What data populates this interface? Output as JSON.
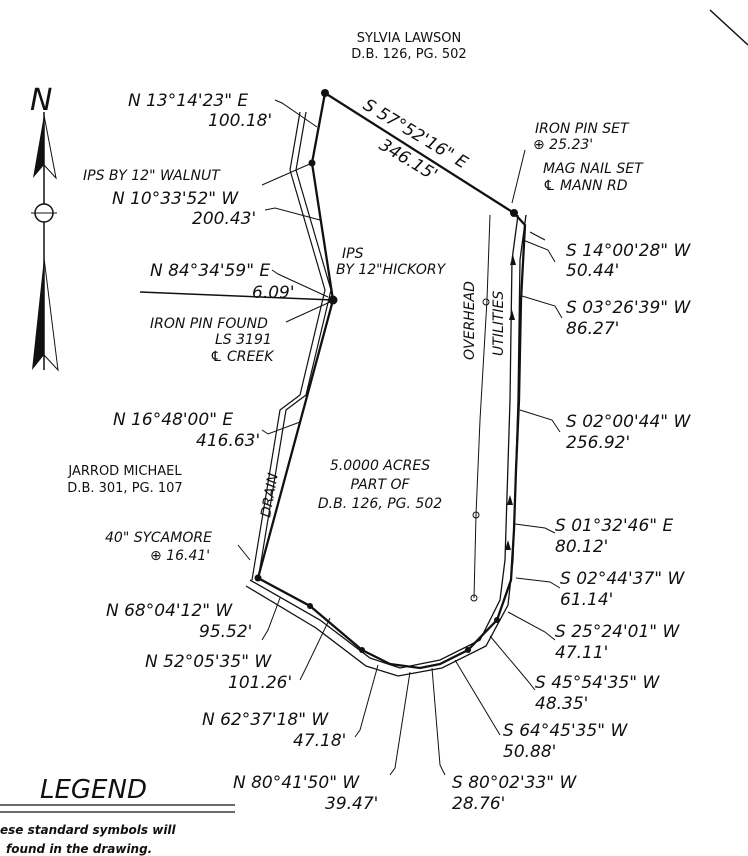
{
  "north_label": "N",
  "adjoiners": {
    "north": {
      "name": "SYLVIA LAWSON",
      "deed": "D.B. 126, PG. 502"
    },
    "west": {
      "name": "JARROD MICHAEL",
      "deed": "D.B. 301, PG. 107"
    }
  },
  "tract": {
    "area": "5.0000 ACRES",
    "part_of": "PART OF",
    "deed": "D.B. 126, PG. 502"
  },
  "notes": {
    "ips_walnut": "IPS BY 12\" WALNUT",
    "ips_hickory_1": "IPS",
    "ips_hickory_2": "BY 12\"HICKORY",
    "iron_pin_found": "IRON PIN FOUND",
    "ls": "LS 3191",
    "creek": "℄ CREEK",
    "drain": "DRAIN",
    "sycamore": "40\" SYCAMORE",
    "sycamore_dist": "⊕ 16.41'",
    "iron_pin_set": "IRON PIN SET",
    "iron_pin_set_dist": "⊕ 25.23'",
    "mag_nail": "MAG NAIL SET",
    "mann_rd": "℄ MANN RD",
    "overhead": "OVERHEAD",
    "utilities": "UTILITIES"
  },
  "calls": [
    {
      "bearing": "N 13°14'23\" E",
      "distance": "100.18'"
    },
    {
      "bearing": "N 10°33'52\" W",
      "distance": "200.43'"
    },
    {
      "bearing": "N 84°34'59\" E",
      "distance": "6.09'"
    },
    {
      "bearing": "N 16°48'00\" E",
      "distance": "416.63'"
    },
    {
      "bearing": "S 57°52'16\" E",
      "distance": "346.15'"
    },
    {
      "bearing": "S 14°00'28\" W",
      "distance": "50.44'"
    },
    {
      "bearing": "S 03°26'39\" W",
      "distance": "86.27'"
    },
    {
      "bearing": "S 02°00'44\" W",
      "distance": "256.92'"
    },
    {
      "bearing": "S 01°32'46\" E",
      "distance": "80.12'"
    },
    {
      "bearing": "S 02°44'37\" W",
      "distance": "61.14'"
    },
    {
      "bearing": "S 25°24'01\" W",
      "distance": "47.11'"
    },
    {
      "bearing": "S 45°54'35\" W",
      "distance": "48.35'"
    },
    {
      "bearing": "S 64°45'35\" W",
      "distance": "50.88'"
    },
    {
      "bearing": "S 80°02'33\" W",
      "distance": "28.76'"
    },
    {
      "bearing": "N 80°41'50\" W",
      "distance": "39.47'"
    },
    {
      "bearing": "N 62°37'18\" W",
      "distance": "47.18'"
    },
    {
      "bearing": "N 52°05'35\" W",
      "distance": "101.26'"
    },
    {
      "bearing": "N 68°04'12\" W",
      "distance": "95.52'"
    }
  ],
  "legend": {
    "title": "LEGEND",
    "line1": "ese standard symbols will",
    "line2": "found in the drawing."
  }
}
